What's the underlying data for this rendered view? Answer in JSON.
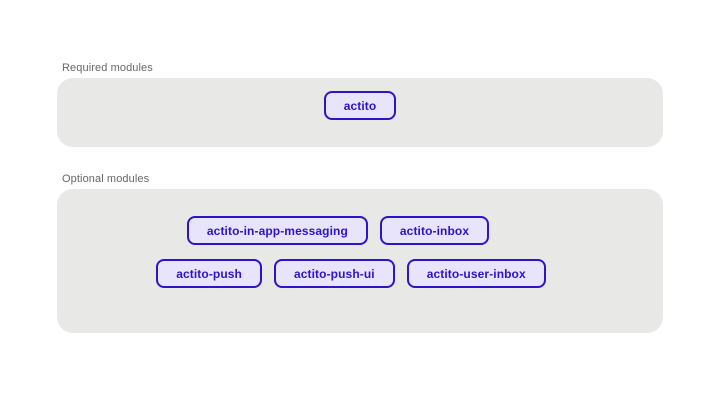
{
  "colors": {
    "page_background": "#ffffff",
    "panel_background": "#e8e8e6",
    "chip_background": "#e7e4fb",
    "chip_border": "#2d14c8",
    "chip_text": "#2d14c8",
    "label_text": "#676767"
  },
  "sections": {
    "required": {
      "label": "Required modules",
      "rows": [
        [
          "actito"
        ]
      ]
    },
    "optional": {
      "label": "Optional modules",
      "rows": [
        [
          "actito-in-app-messaging",
          "actito-inbox"
        ],
        [
          "actito-push",
          "actito-push-ui",
          "actito-user-inbox"
        ]
      ]
    }
  }
}
